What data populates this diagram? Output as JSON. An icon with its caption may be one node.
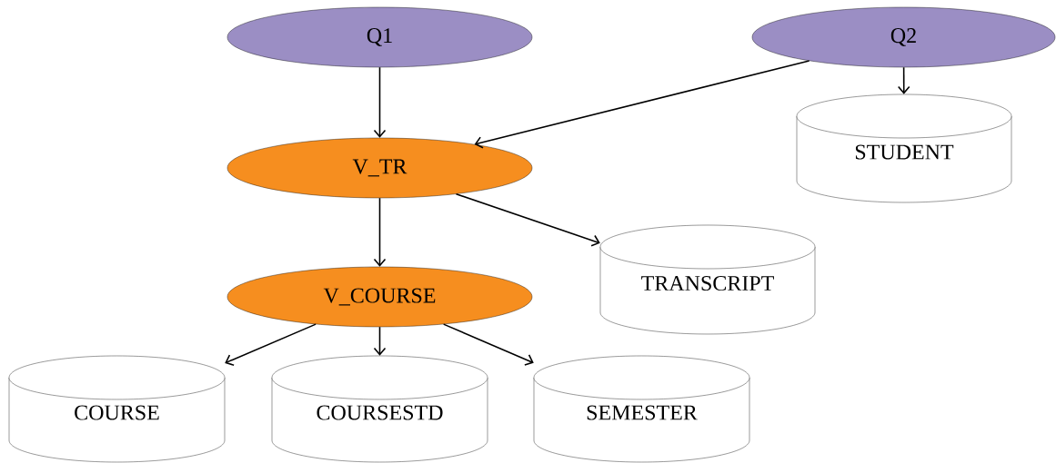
{
  "diagram": {
    "nodes": [
      {
        "text": [
          "Q1"
        ]
      },
      {
        "text": [
          "Q2"
        ]
      },
      {
        "text": [
          "V_TR"
        ]
      },
      {
        "text": [
          "STUDENT"
        ]
      },
      {
        "text": [
          "V_COURSE"
        ]
      },
      {
        "text": [
          "TRANSCRIPT"
        ]
      },
      {
        "text": [
          "COURSE"
        ]
      },
      {
        "text": [
          "COURSESTD"
        ]
      },
      {
        "text": [
          "SEMESTER"
        ]
      }
    ],
    "edges": [
      {
        "from": 0,
        "to": 2,
        "arrow": "to"
      },
      {
        "from": 1,
        "to": 2,
        "arrow": "to"
      },
      {
        "from": 1,
        "to": 3,
        "arrow": "to"
      },
      {
        "from": 2,
        "to": 4,
        "arrow": "to"
      },
      {
        "from": 2,
        "to": 5,
        "arrow": "to"
      },
      {
        "from": 4,
        "to": 6,
        "arrow": "to"
      },
      {
        "from": 4,
        "to": 7,
        "arrow": "to"
      },
      {
        "from": 4,
        "to": 8,
        "arrow": "to"
      }
    ]
  }
}
